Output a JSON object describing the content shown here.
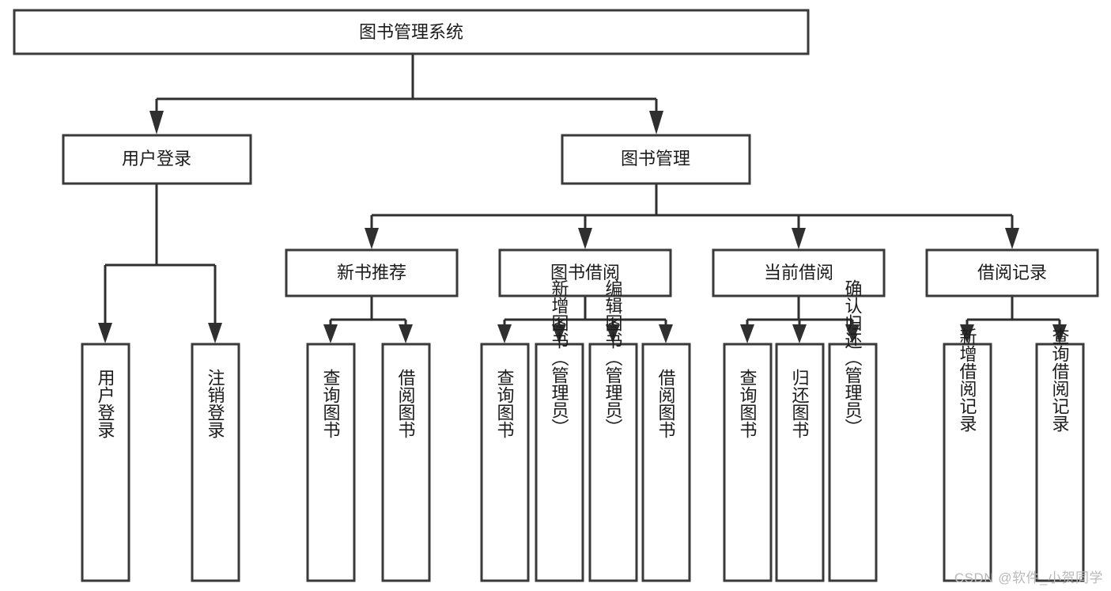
{
  "diagram": {
    "type": "tree",
    "title": "图书管理系统",
    "watermark": "CSDN @软件_小贺同学",
    "colors": {
      "box_stroke": "#3a3a3a",
      "box_fill": "#ffffff",
      "connector": "#2f2f2f",
      "text": "#1b1b1b",
      "watermark": "#b9b9b9",
      "background": "#ffffff"
    },
    "root": {
      "label": "图书管理系统"
    },
    "level2": [
      {
        "label": "用户登录"
      },
      {
        "label": "图书管理"
      }
    ],
    "level3": [
      {
        "label": "新书推荐"
      },
      {
        "label": "图书借阅"
      },
      {
        "label": "当前借阅"
      },
      {
        "label": "借阅记录"
      }
    ],
    "leaves": {
      "user_login": [
        {
          "label": "用户登录"
        },
        {
          "label": "注销登录"
        }
      ],
      "new_book_recommend": [
        {
          "label": "查询图书"
        },
        {
          "label": "借阅图书"
        }
      ],
      "book_borrow": [
        {
          "label": "查询图书"
        },
        {
          "label": "新增图书（管理员）"
        },
        {
          "label": "编辑图书（管理员）"
        },
        {
          "label": "借阅图书"
        }
      ],
      "current_borrow": [
        {
          "label": "查询图书"
        },
        {
          "label": "归还图书"
        },
        {
          "label": "确认归还（管理员）"
        }
      ],
      "borrow_record": [
        {
          "label": "新增借阅记录"
        },
        {
          "label": "查询借阅记录"
        }
      ]
    }
  }
}
